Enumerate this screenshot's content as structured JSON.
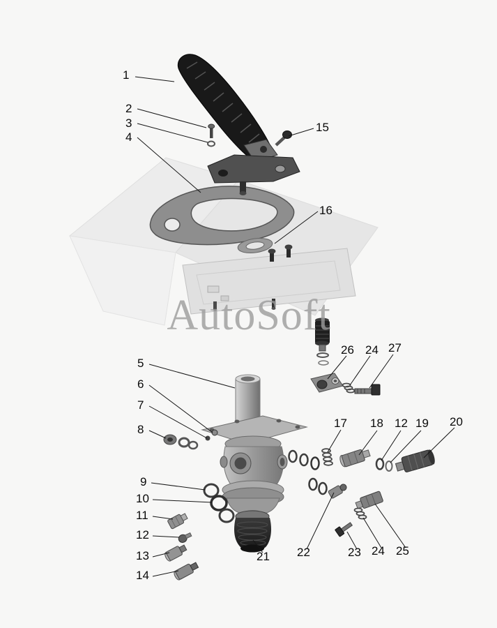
{
  "watermark": {
    "text": "AutoSoft",
    "color": "#9c9c9c"
  },
  "page": {
    "background": "#f7f7f6"
  },
  "diagram_type": "exploded-parts-diagram-brake-valve-with-pedal",
  "callouts": {
    "c1": "1",
    "c2": "2",
    "c3": "3",
    "c4": "4",
    "c15": "15",
    "c16": "16",
    "c5": "5",
    "c6": "6",
    "c7": "7",
    "c8": "8",
    "c9": "9",
    "c10": "10",
    "c11": "11",
    "c12_left": "12",
    "c13": "13",
    "c14": "14",
    "c17": "17",
    "c18": "18",
    "c12_right": "12",
    "c19": "19",
    "c20": "20",
    "c21": "21",
    "c22": "22",
    "c23": "23",
    "c24_bottom": "24",
    "c25": "25",
    "c26": "26",
    "c24_top": "24",
    "c27": "27"
  }
}
